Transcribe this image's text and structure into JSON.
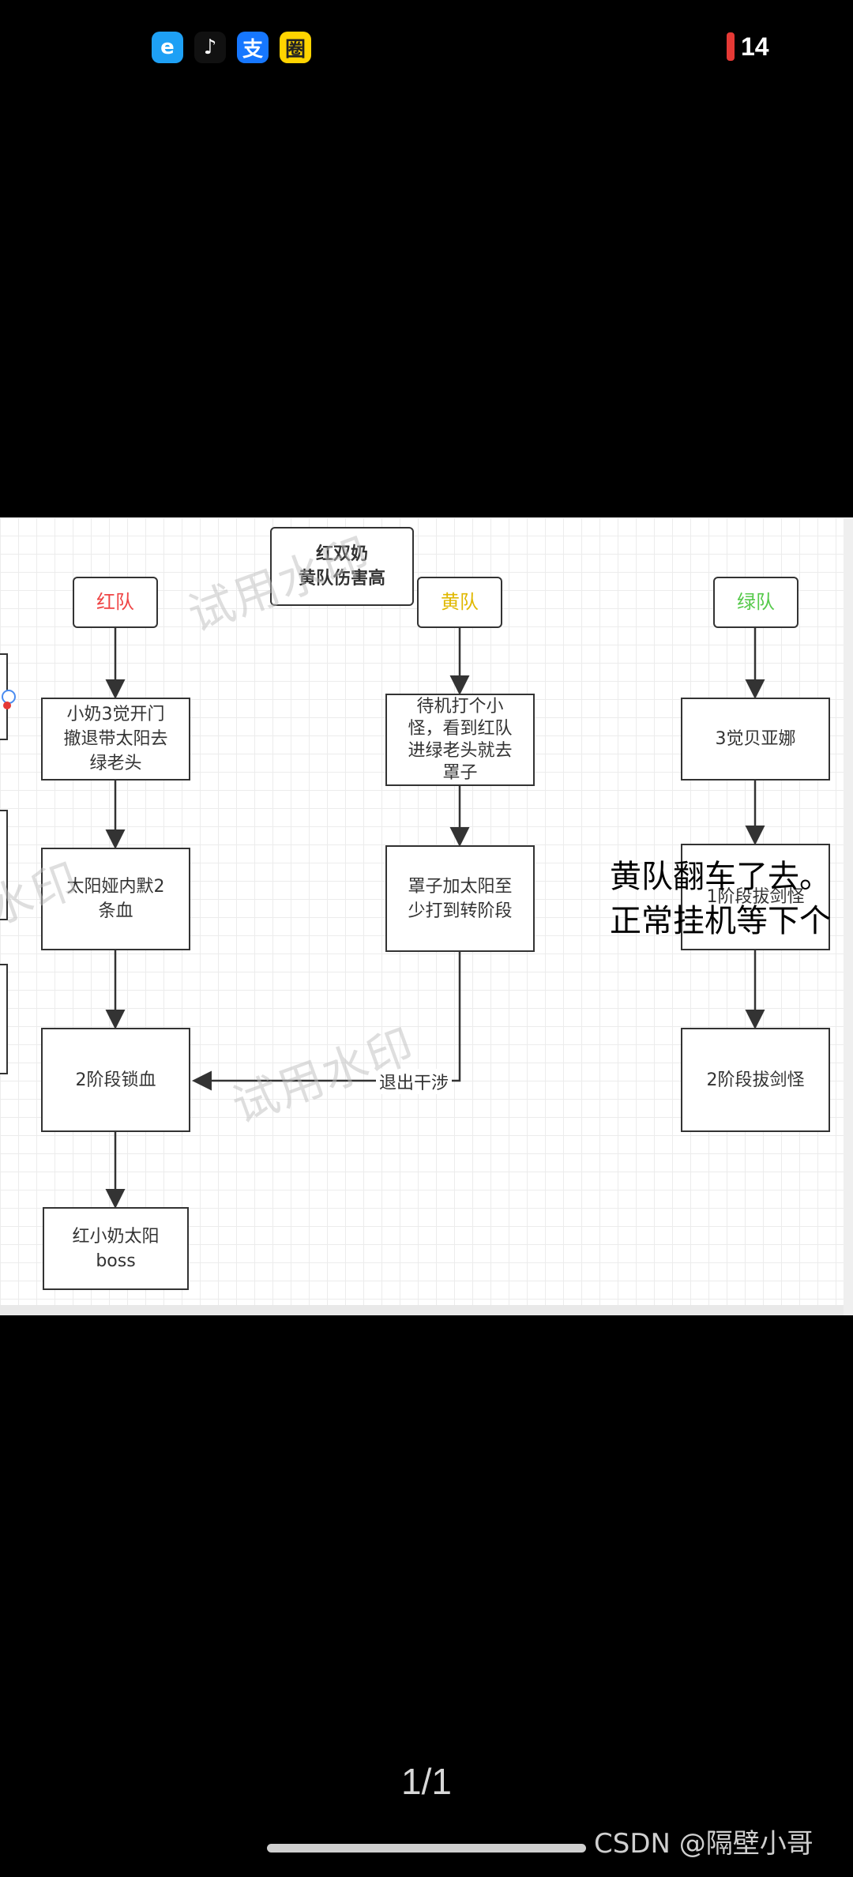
{
  "status_bar": {
    "apps": [
      {
        "name": "browser",
        "glyph": "e",
        "color": "#1ea0f5"
      },
      {
        "name": "tiktok",
        "glyph": "♪",
        "color": "#111111"
      },
      {
        "name": "alipay",
        "glyph": "支",
        "color": "#1677ff"
      },
      {
        "name": "game",
        "glyph": "圈",
        "color": "#ffd400"
      }
    ],
    "battery": "14"
  },
  "diagram": {
    "title": "红双奶\n黄队伤害高",
    "teams": {
      "red": "红队",
      "yellow": "黄队",
      "green": "绿队"
    },
    "red_steps": [
      "小奶3觉开门\n撤退带太阳去\n绿老头",
      "太阳娅内默2\n条血",
      "2阶段锁血",
      "红小奶太阳\nboss"
    ],
    "yellow_steps": [
      "待机打个小\n怪，看到红队\n进绿老头就去\n罩子",
      "罩子加太阳至\n少打到转阶段"
    ],
    "yellow_edge_label": "退出干涉",
    "green_steps": [
      "3觉贝亚娜",
      "1阶段拔剑怪",
      "2阶段拔剑怪"
    ],
    "watermarks": [
      "试用水印",
      "试用水印",
      "水印"
    ],
    "overlay_lines": [
      "黄队翻车了去。",
      "正常挂机等下个"
    ]
  },
  "viewer": {
    "page_indicator": "1/1",
    "brand_watermark": "CSDN @隔壁小哥"
  }
}
